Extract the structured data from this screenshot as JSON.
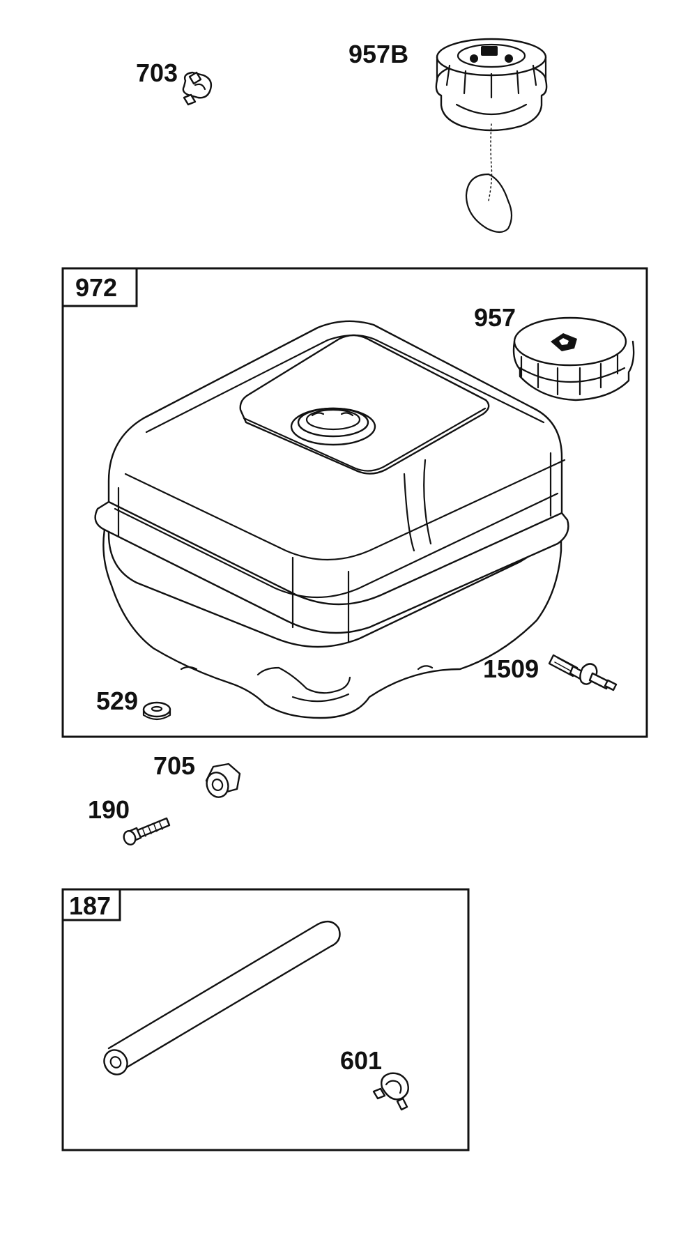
{
  "diagram": {
    "group_boxes": [
      {
        "id": "tank-kit",
        "label": "972"
      },
      {
        "id": "fuel-line-kit",
        "label": "187"
      }
    ],
    "part_labels": {
      "clip_top": "703",
      "cap_with_tether": "957B",
      "tank_cap": "957",
      "fuel_fitting": "1509",
      "washer": "529",
      "nut": "705",
      "screw": "190",
      "hose_clamp": "601"
    }
  }
}
